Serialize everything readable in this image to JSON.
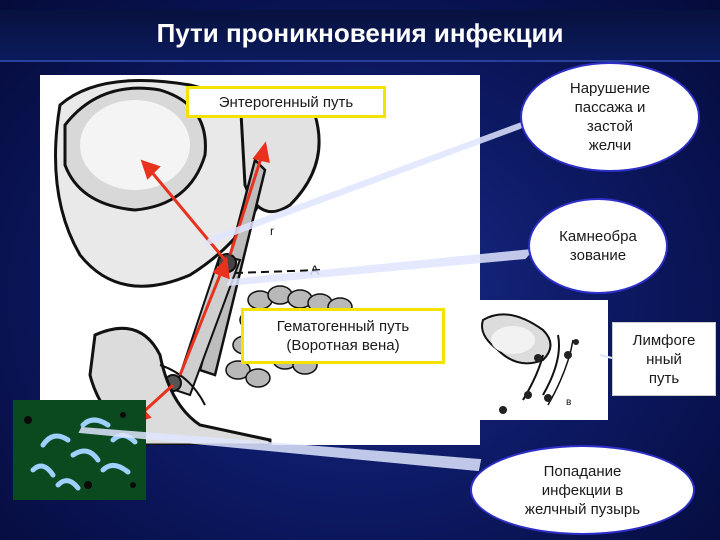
{
  "slide": {
    "title": "Пути проникновения инфекции"
  },
  "labels": {
    "enterogenic": "Энтерогенный путь",
    "hematogenic_line1": "Гематогенный путь",
    "hematogenic_line2": "(Воротная вена)",
    "lymphogenic": "Лимфоге\nнный\nпуть"
  },
  "callouts": {
    "bile_stasis": "Нарушение\nпассажа и\nзастой\nжелчи",
    "stones": "Камнеобра\nзование",
    "gallbladder_entry": "Попадание\nинфекции в\nжелчный пузырь"
  },
  "illustration": {
    "lymph_label_letter": "в",
    "duct_letter": "r",
    "mark_letter": "A"
  },
  "colors": {
    "background": "#0d1a66",
    "label_border": "#f2e400",
    "callout_border": "#2e2ec8",
    "arrow": "#e8321e",
    "connector": "#e0e6ff"
  }
}
